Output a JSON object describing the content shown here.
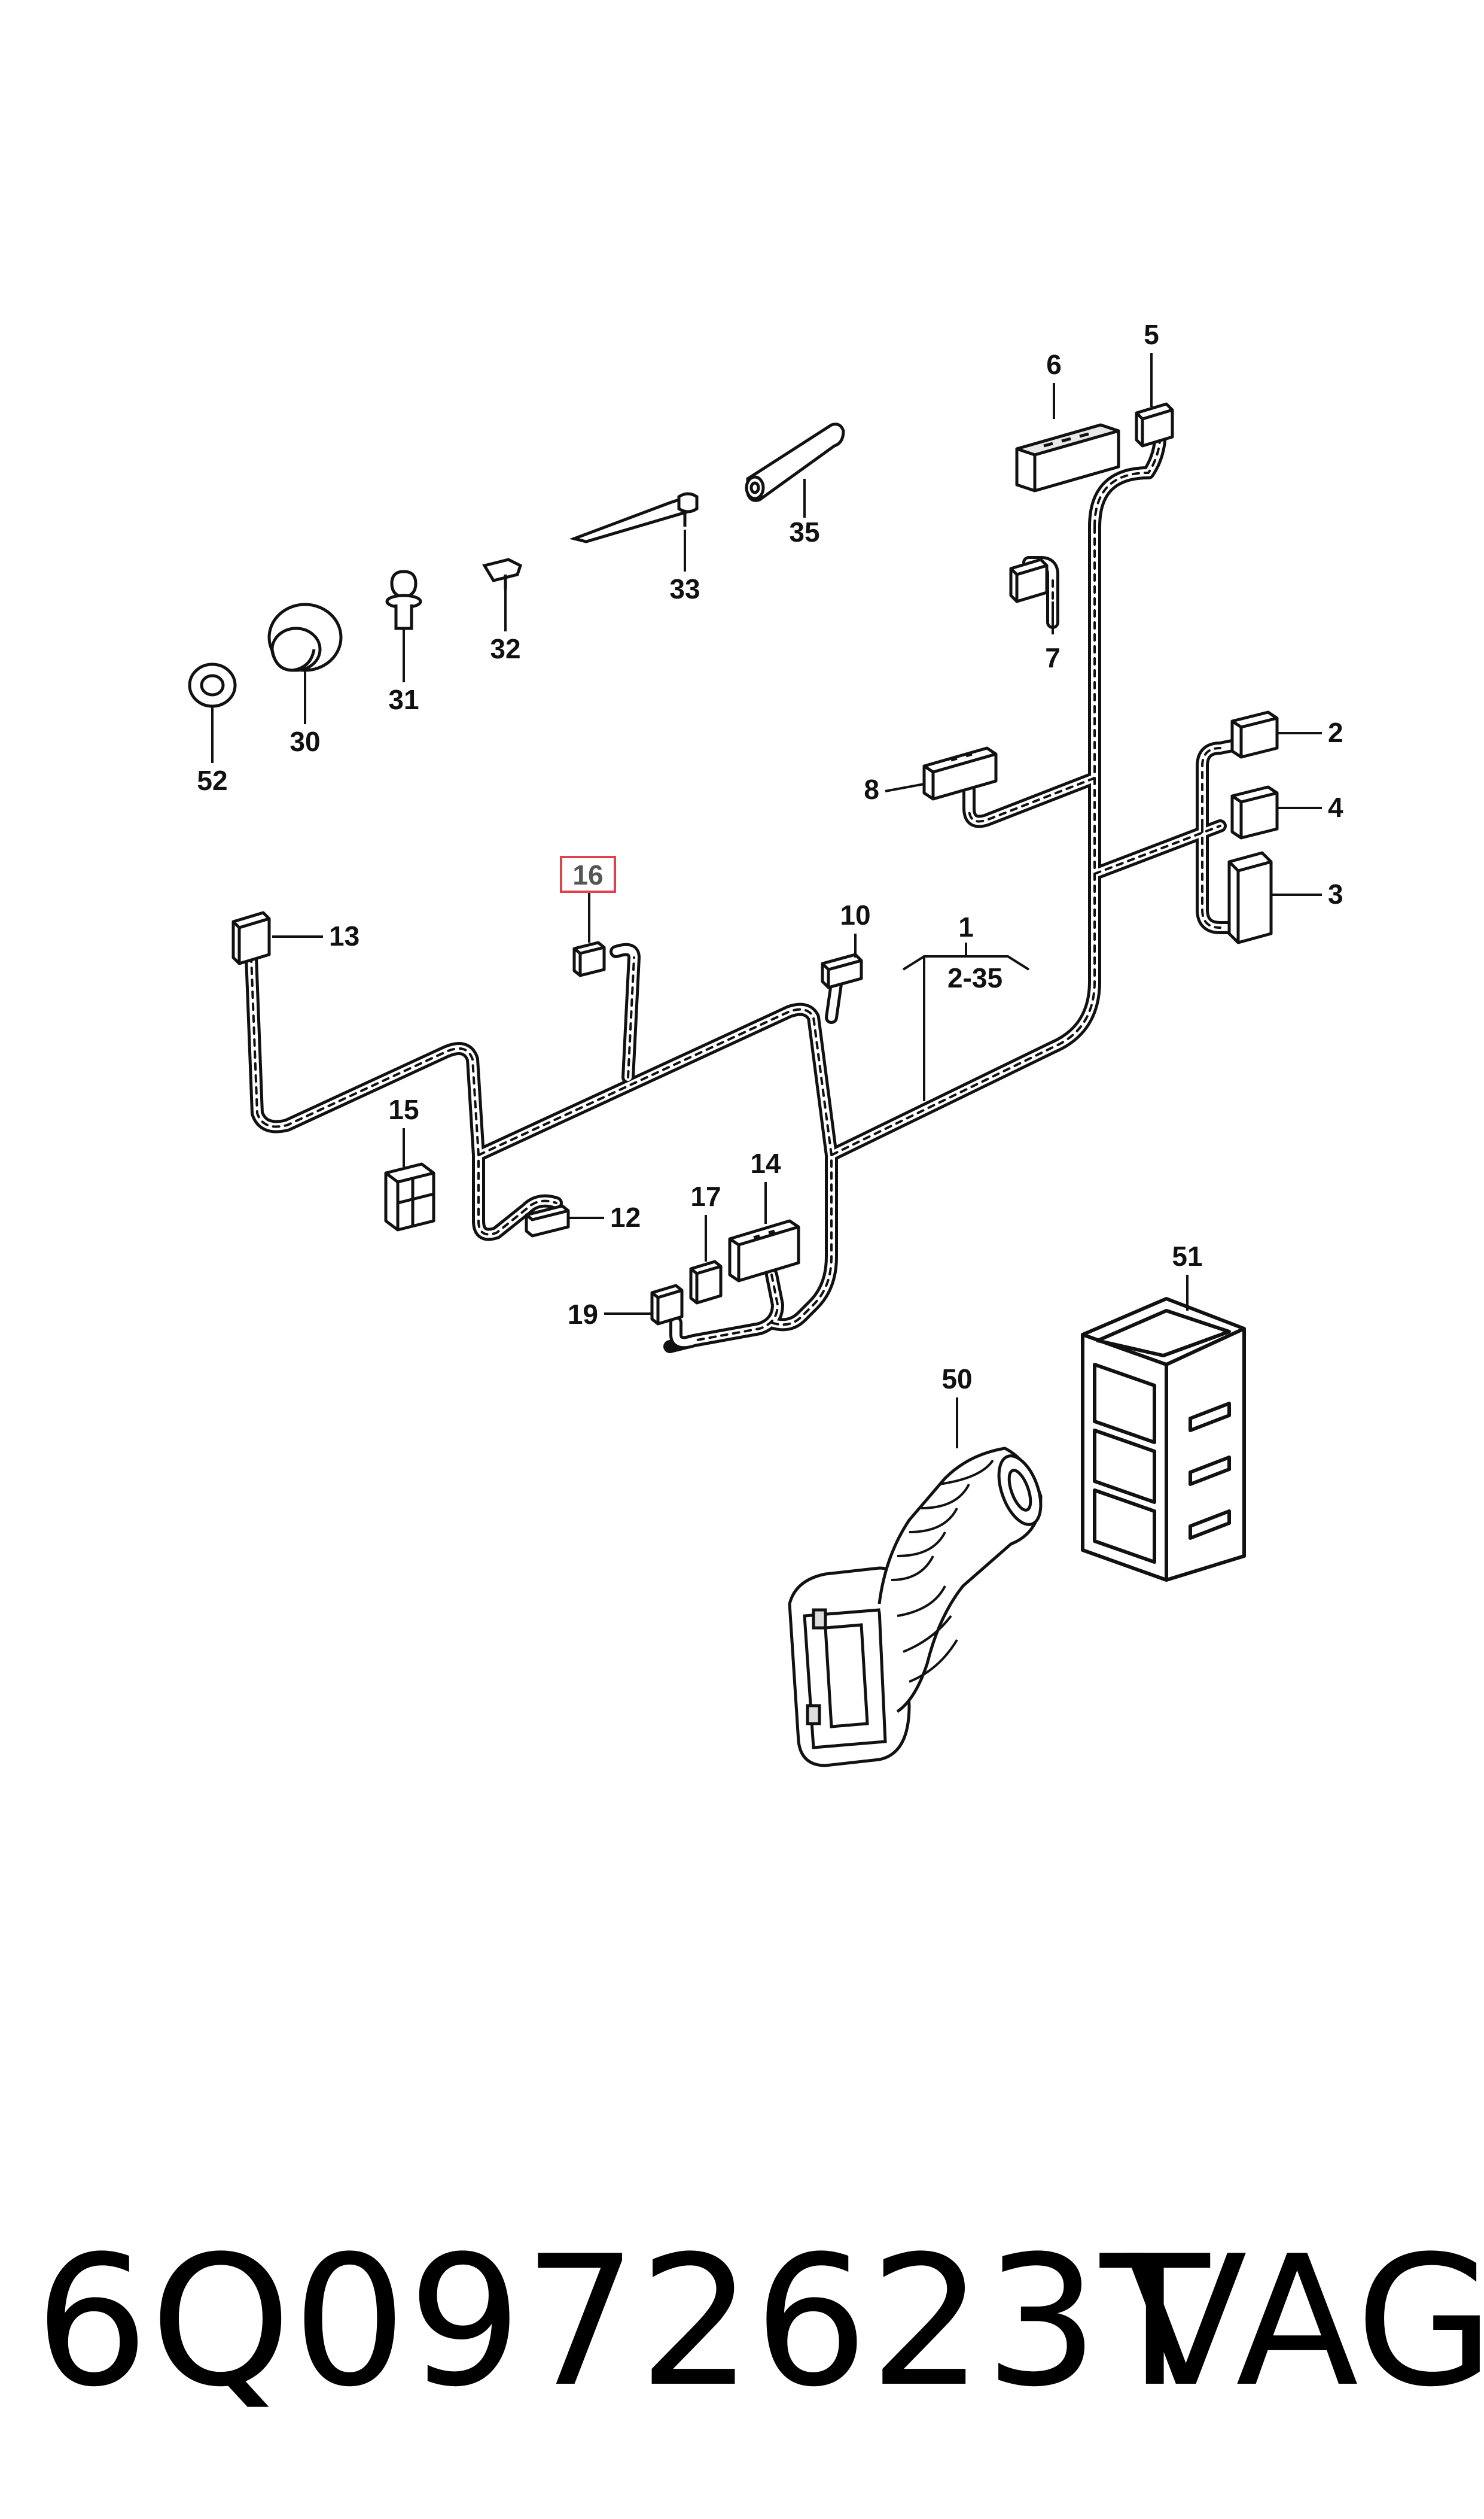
{
  "diagram": {
    "parts": {
      "p1": "1",
      "p1_range": "2-35",
      "p2": "2",
      "p3": "3",
      "p4": "4",
      "p5": "5",
      "p6": "6",
      "p7": "7",
      "p8": "8",
      "p10": "10",
      "p12": "12",
      "p13": "13",
      "p14": "14",
      "p15": "15",
      "p16": "16",
      "p17": "17",
      "p19": "19",
      "p30": "30",
      "p31": "31",
      "p32": "32",
      "p33": "33",
      "p35": "35",
      "p50": "50",
      "p51": "51",
      "p52": "52"
    },
    "highlight_color": "#e0414f"
  },
  "footer": {
    "part_number": "6Q0972623T",
    "brand": "VAG"
  }
}
